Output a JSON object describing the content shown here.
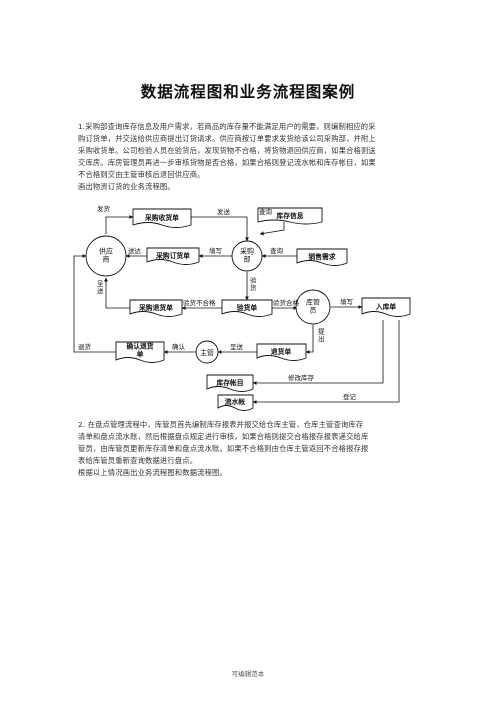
{
  "title": "数据流程图和业务流程图案例",
  "section1": {
    "lines": [
      "1.采购部查询库存信息及用户需求，若商品的库存量不能满足用户的需要，则编制相应的采",
      "购订货单，并交送给供应商提出订货请求。供应商按订单要求发货给该公司采购部，并附上",
      "采购收货单。公司检验人员在验货后，发现货物不合格，将货物退回供应商，如果合格则送",
      "交库房。库房管理员再进一步审核货物是否合格，如果合格则登记流水帐和库存帐目，如果",
      "不合格则交由主管审核后退回供应商。",
      "画出物资订货的业务流程图。"
    ]
  },
  "section2": {
    "lines": [
      "2. 在盘点管理流程中，库管员首先编制库存报表并报交给仓库主管，仓库主管查询库存",
      "清单和盘点流水账，然后根据盘点规定进行审核，如果合格则提交合格报存报表递交给库",
      "管员，由库管员更新库存清单和盘点流水账。如果不合格则由仓库主管返回不合格报存报",
      "表给库管员重新查询数据进行盘点。",
      "根据以上情况画出业务流程图和数据流程图。"
    ]
  },
  "diagram": {
    "nodes": {
      "supplier": "供应\n商",
      "purchase_dept": "采购\n部",
      "warehouse_clerk": "库管\n员",
      "supervisor": "主管"
    },
    "docs": {
      "receipt": "采购收货单",
      "order": "采购订货单",
      "inventory_info": "库存信息",
      "sales_demand": "销售需求",
      "return_slip": "采购退货单",
      "inspection": "验货单",
      "warehouse_in": "入库单",
      "confirm_return": "确认退货\n单",
      "return_doc": "退货单",
      "stock_ledger": "库存帐目",
      "journal": "流水帐"
    },
    "labels": {
      "ship": "发货",
      "send": "发送",
      "send2": "送达",
      "query1": "查询",
      "query2": "查询",
      "fill1": "填写",
      "fill2": "填写",
      "inspect": "验\n货",
      "fail": "验货不合格",
      "pass": "验货合格",
      "deliver": "呈\n送",
      "return": "退货",
      "confirm": "确认",
      "present": "呈送",
      "submit": "提\n出",
      "modify": "修改库存",
      "register": "登记"
    }
  },
  "footer": "可编辑范本"
}
